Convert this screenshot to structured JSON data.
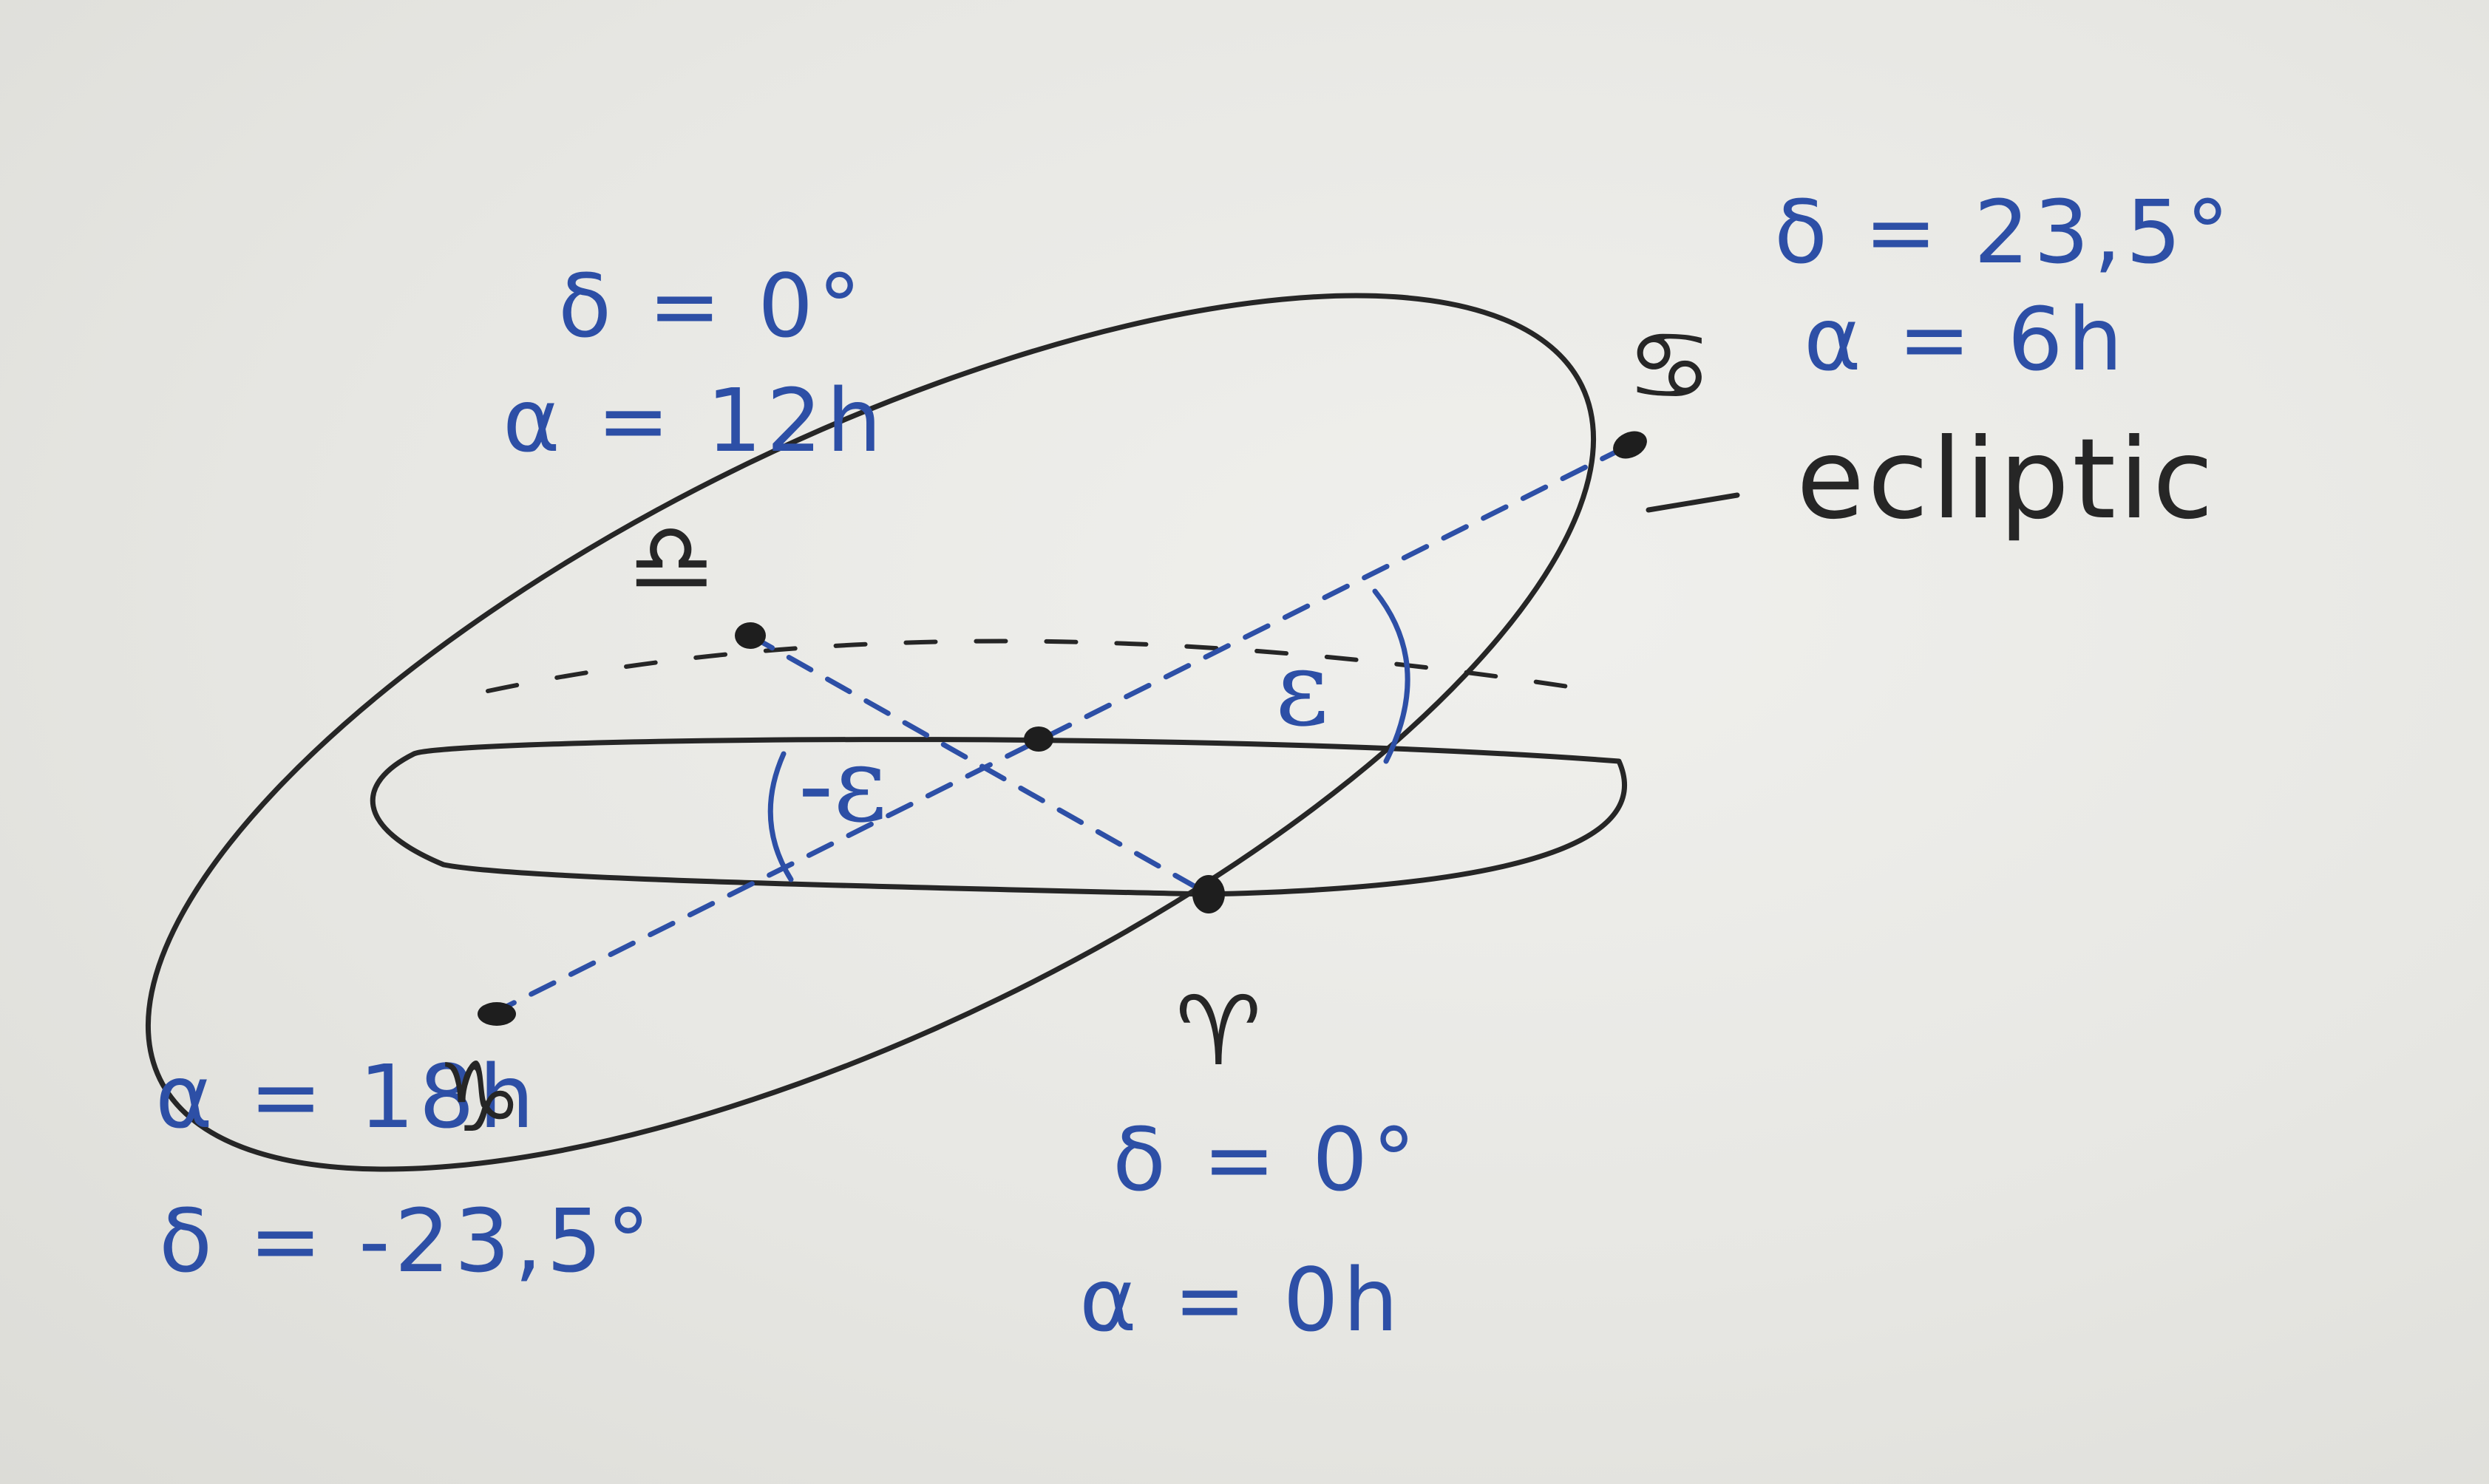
{
  "labels": {
    "ecliptic": "ecliptic",
    "epsilon": "ε",
    "minus_epsilon": "-ε"
  },
  "points": {
    "cancer": {
      "symbol": "♋",
      "decl": "δ = 23,5°",
      "ra": "α = 6h"
    },
    "libra": {
      "symbol": "♎",
      "decl": "δ = 0°",
      "ra": "α = 12h"
    },
    "capricorn": {
      "symbol": "♑",
      "decl": "δ = -23,5°",
      "ra": "α = 18h"
    },
    "aries": {
      "symbol": "♈",
      "decl": "δ = 0°",
      "ra": "α = 0h"
    }
  },
  "colors": {
    "paper": "#e9e9e6",
    "ink_black": "#262626",
    "ink_blue": "#2d4fa6"
  }
}
